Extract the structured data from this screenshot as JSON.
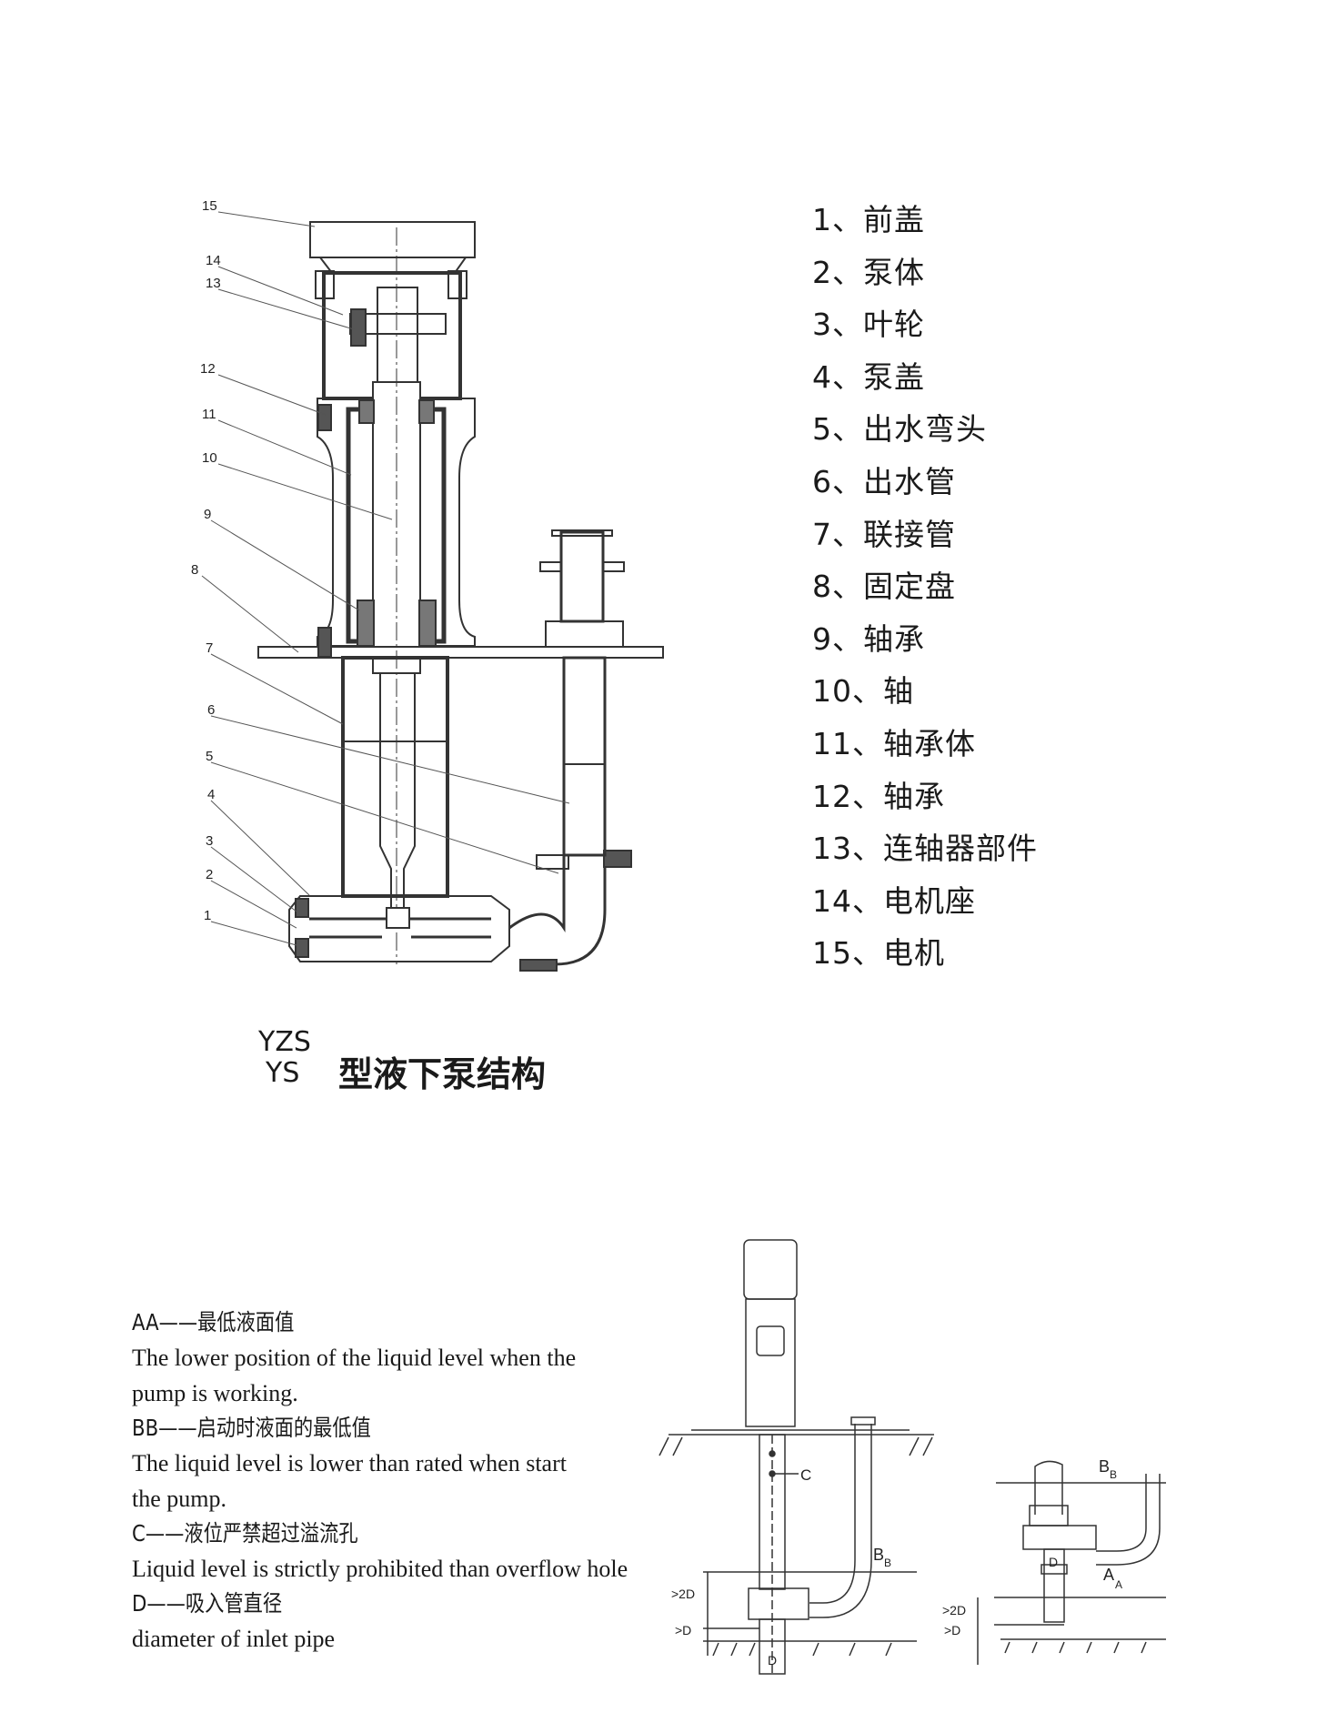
{
  "parts_list": [
    "1、前盖",
    "2、泵体",
    "3、叶轮",
    "4、泵盖",
    "5、出水弯头",
    "6、出水管",
    "7、联接管",
    "8、固定盘",
    "9、轴承",
    "10、轴",
    "11、轴承体",
    "12、轴承",
    "13、连轴器部件",
    "14、电机座",
    "15、电机"
  ],
  "drawing_labels": [
    "15",
    "14",
    "13",
    "12",
    "11",
    "10",
    "9",
    "8",
    "7",
    "6",
    "5",
    "4",
    "3",
    "2",
    "1"
  ],
  "title": {
    "model_1": "YZS",
    "model_2": "YS",
    "text": "型液下泵结构"
  },
  "notes": [
    {
      "key": "AA——最低液面值",
      "en": [
        "The lower position of the liquid level when the",
        "pump is working."
      ]
    },
    {
      "key": "BB——启动时液面的最低值",
      "en": [
        "The liquid level is lower than rated when start",
        "the pump."
      ]
    },
    {
      "key": "C——液位严禁超过溢流孔",
      "en": [
        "Liquid level is strictly prohibited than overflow hole"
      ]
    },
    {
      "key": "D——吸入管直径",
      "en": [
        "diameter of inlet pipe"
      ]
    }
  ],
  "install_labels": {
    "c": "C",
    "bb_main": "B",
    "bb_sub": "B",
    "aa_main": "A",
    "aa_sub": "A",
    "two_d": ">2D",
    "d": ">D",
    "d_pipe": "D"
  }
}
